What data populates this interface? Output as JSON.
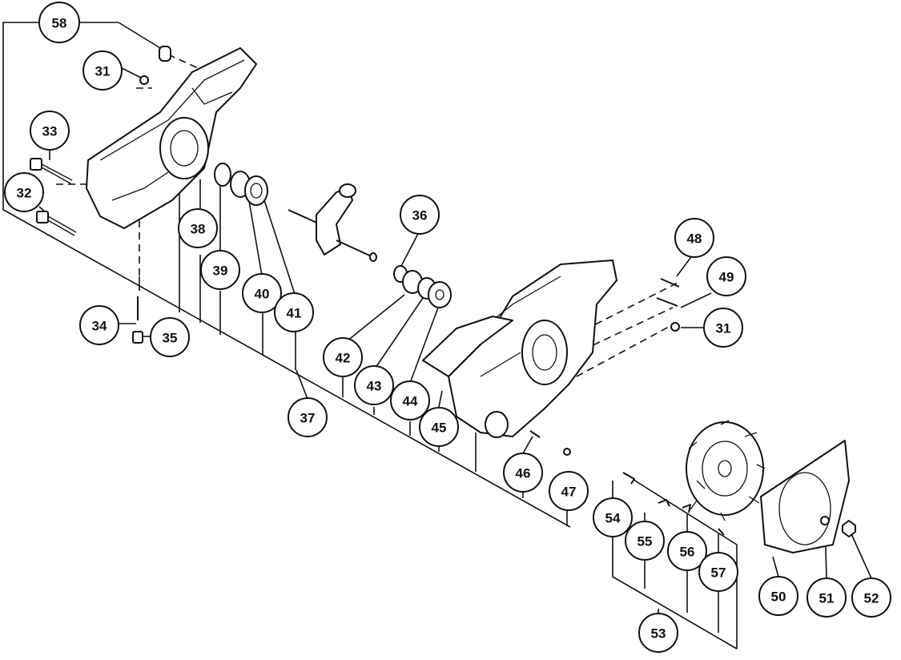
{
  "callouts": [
    "58",
    "31",
    "33",
    "32",
    "38",
    "39",
    "40",
    "41",
    "36",
    "34",
    "35",
    "37",
    "42",
    "43",
    "44",
    "45",
    "48",
    "49",
    "31",
    "46",
    "47",
    "54",
    "55",
    "56",
    "57",
    "50",
    "51",
    "52",
    "53"
  ],
  "colors": {
    "ink": "#111111",
    "paper": "#ffffff"
  }
}
